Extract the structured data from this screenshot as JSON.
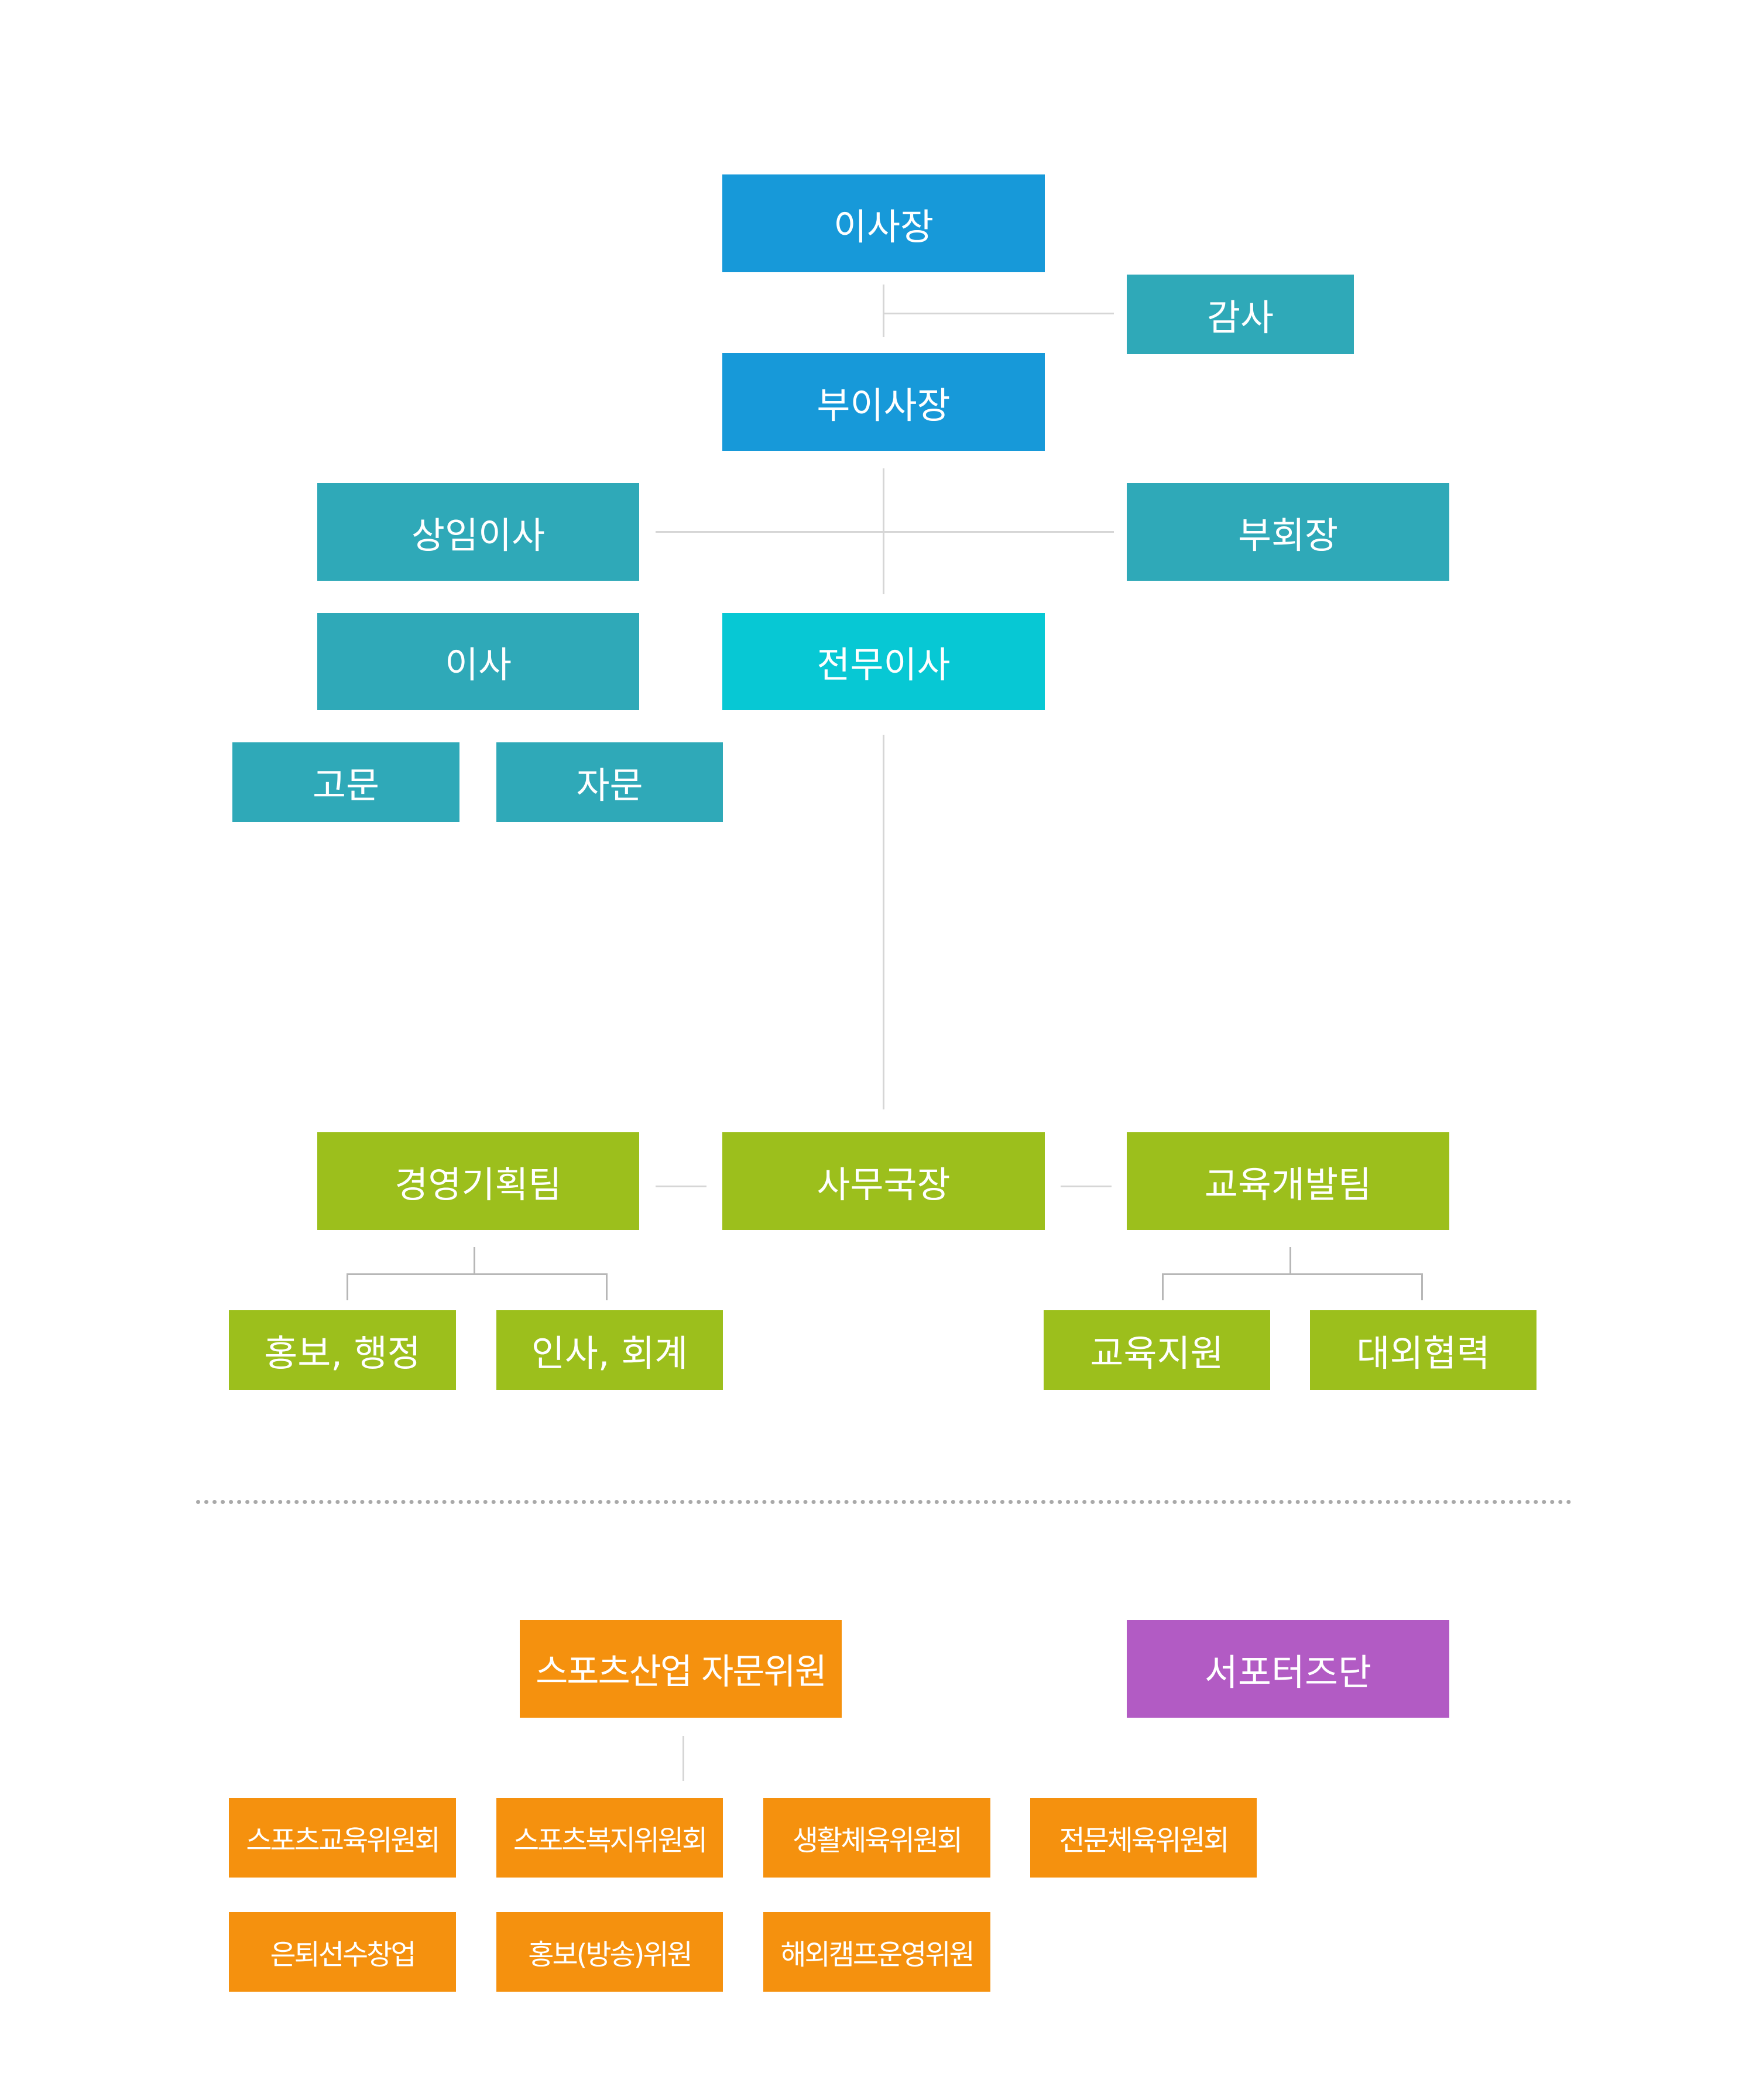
{
  "org": {
    "chairman": "이사장",
    "auditor": "감사",
    "vice_chairman": "부이사장",
    "standing_director": "상임이사",
    "vice_president": "부회장",
    "director": "이사",
    "executive_director": "전무이사",
    "counselor": "고문",
    "advisor": "자문"
  },
  "secretariat": {
    "management_team": "경영기획팀",
    "secretary_general": "사무국장",
    "education_team": "교육개발팀",
    "pr_admin": "홍보, 행정",
    "hr_accounting": "인사, 회계",
    "education_support": "교육지원",
    "external_cooperation": "대외협력"
  },
  "committees": {
    "industry_advisors": "스포츠산업 자문위원",
    "supporters": "서포터즈단",
    "items": [
      "스포츠교육위원회",
      "스포츠복지위원회",
      "생활체육위원회",
      "전문체육위원회",
      "은퇴선수창업",
      "홍보(방송)위원",
      "해외캠프운영위원"
    ]
  },
  "colors": {
    "blue": "#1799d9",
    "teal": "#2fa9b8",
    "cyan": "#07c8d4",
    "green": "#9cbf1c",
    "orange": "#f5910e",
    "purple": "#b25bc4"
  }
}
